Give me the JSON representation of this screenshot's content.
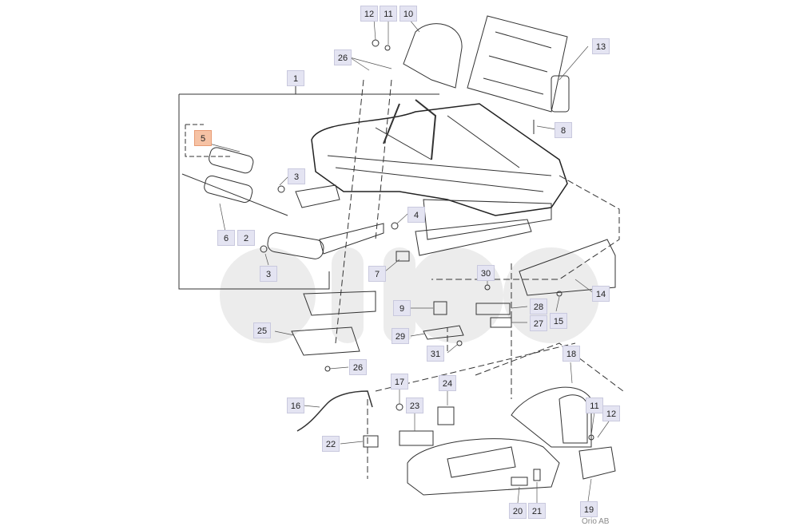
{
  "callouts": [
    "1",
    "2",
    "3",
    "3",
    "4",
    "5",
    "6",
    "7",
    "8",
    "9",
    "10",
    "11",
    "12",
    "13",
    "14",
    "15",
    "16",
    "17",
    "18",
    "19",
    "20",
    "21",
    "22",
    "23",
    "24",
    "25",
    "26",
    "26",
    "27",
    "28",
    "29",
    "30",
    "31",
    "11",
    "12"
  ],
  "highlight_color": "#f6c2a4",
  "label_color": "#e4e4f2",
  "watermark": "Orio AB"
}
